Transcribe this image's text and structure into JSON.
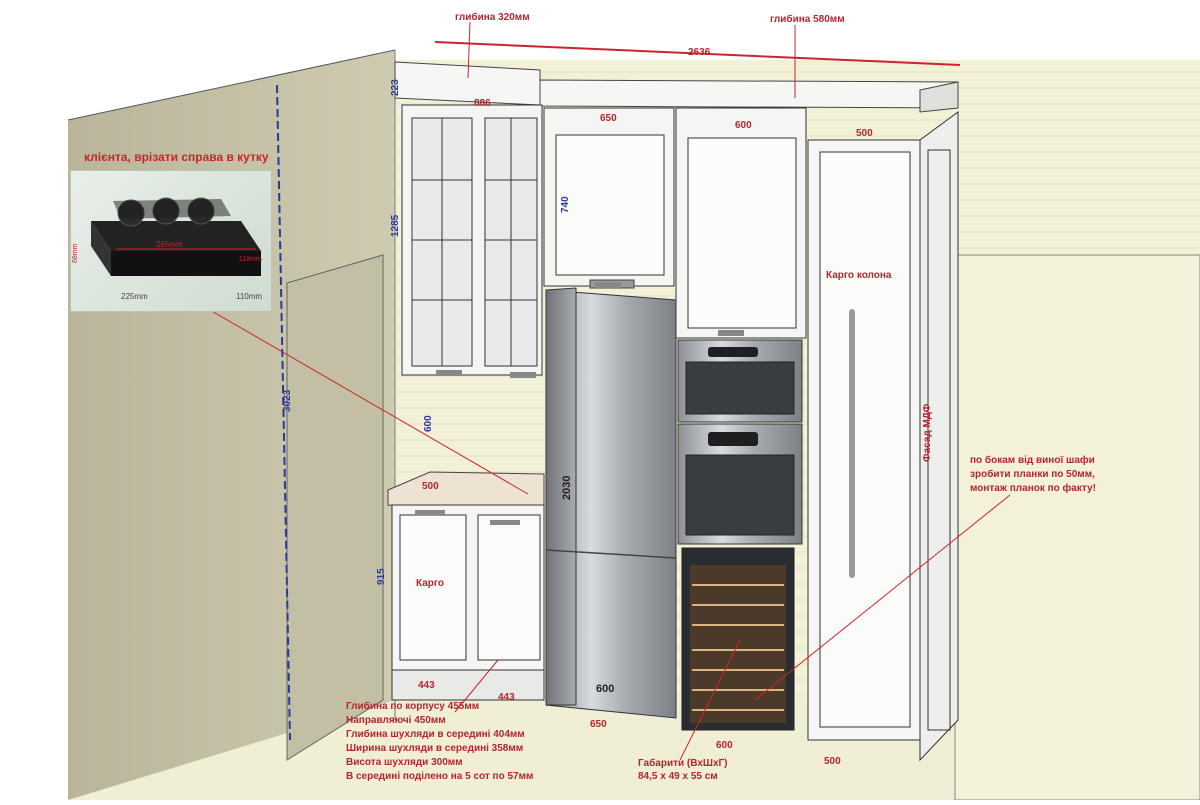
{
  "dimensions": {
    "top_depth_left": "глибина 320мм",
    "top_depth_right": "глибина 580мм",
    "total_width": "2636",
    "cornice_height": "223",
    "upper_width": "886",
    "col_650": "650",
    "col_600": "600",
    "col_500": "500",
    "upper_height": "1285",
    "upper_door_740": "740",
    "wall_height": "3023",
    "gap_600": "600",
    "counter_500": "500",
    "fridge_height": "2030",
    "base_height": "915",
    "base_left_443": "443",
    "base_right_443": "443",
    "fridge_bottom_600": "600",
    "fridge_bottom_650": "650",
    "wine_600": "600",
    "cargo_bottom_500": "500"
  },
  "labels": {
    "inset_title": "клієнта, врізати справа в кутку",
    "cargo_column": "Карго колона",
    "cargo": "Карго",
    "facade": "Фасад МДФ",
    "wine_note_1": "по бокам від виної шафи",
    "wine_note_2": "зробити планки по 50мм,",
    "wine_note_3": "монтаж планок по факту!",
    "drawer_lines": [
      "Глибина по корпусу 455мм",
      "Направляючі 450мм",
      "Глибина шухляди в середині 404мм",
      "Ширина шухляди в середині 358мм",
      "Висота шухляди 300мм",
      "В середині поділено на 5 сот по 57мм"
    ],
    "gabarits_1": "Габарити (ВхШхГ)",
    "gabarits_2": "84,5 x 49 x 55 см"
  },
  "inset": {
    "dim_len": "265mm",
    "dim_h": "68mm",
    "dim_d": "118mm",
    "dim_w": "225mm",
    "dim_w2": "110mm"
  }
}
